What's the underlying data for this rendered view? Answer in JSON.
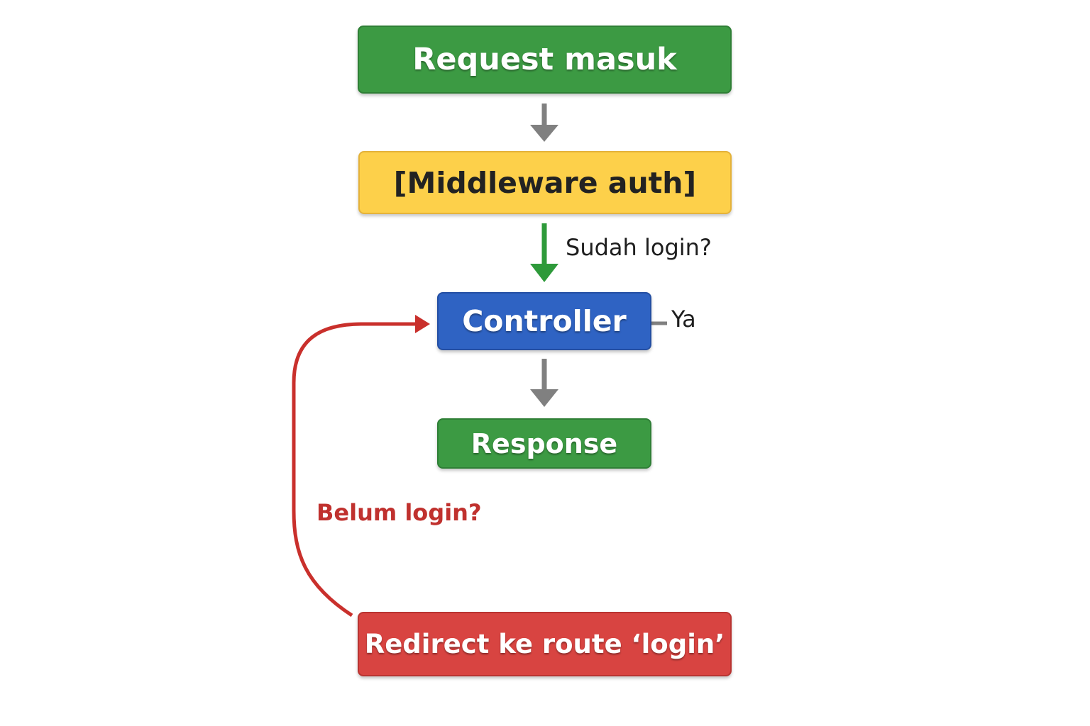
{
  "nodes": {
    "request": "Request masuk",
    "middleware": "[Middleware auth]",
    "controller": "Controller",
    "response": "Response",
    "redirect": "Redirect ke route ‘login’"
  },
  "edges": {
    "authenticated_label": "Sudah login?",
    "yes_label": "Ya",
    "unauthenticated_label": "Belum login?"
  },
  "colors": {
    "green": "#3c9a43",
    "yellow": "#fdd04a",
    "blue": "#2f63c3",
    "red": "#d84441",
    "arrow_gray": "#808080",
    "arrow_green": "#2e9a3a",
    "arrow_red": "#c9302c"
  }
}
